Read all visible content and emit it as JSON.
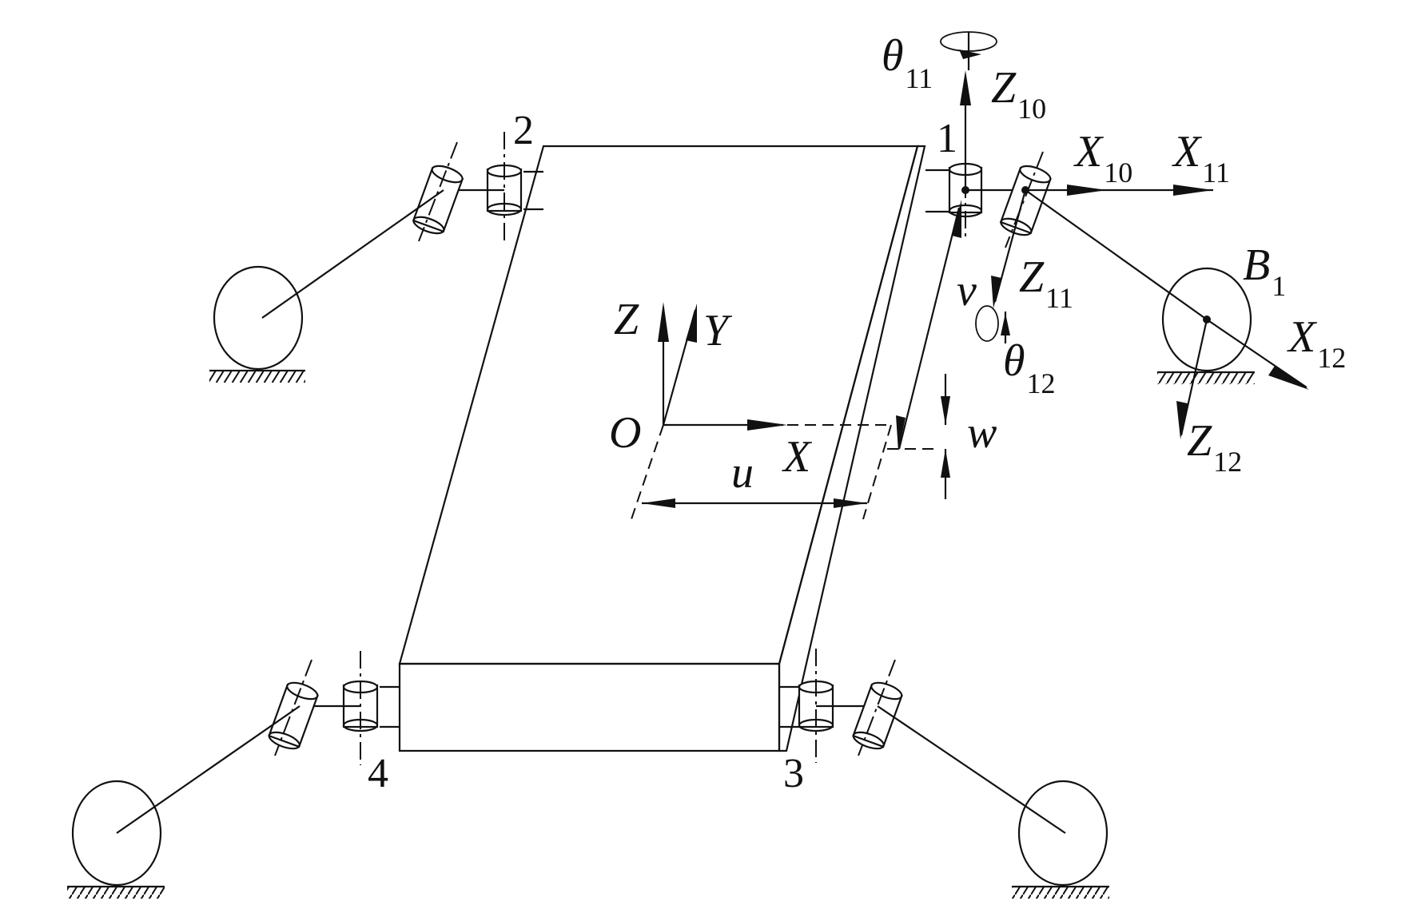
{
  "labels": {
    "corner_1": "1",
    "corner_2": "2",
    "corner_3": "3",
    "corner_4": "4",
    "origin": "O",
    "axis_x": "X",
    "axis_y": "Y",
    "axis_z": "Z",
    "disp_u": "u",
    "disp_v": "v",
    "disp_w": "w",
    "theta": "θ",
    "theta11_sub": "11",
    "theta12_sub": "12",
    "Z": "Z",
    "X": "X",
    "Z10_sub": "10",
    "X10_sub": "10",
    "X11_sub": "11",
    "Z11_sub": "11",
    "X12_sub": "12",
    "Z12_sub": "12",
    "B": "B",
    "B1_sub": "1"
  },
  "colors": {
    "line": "#111111",
    "background": "#ffffff"
  }
}
